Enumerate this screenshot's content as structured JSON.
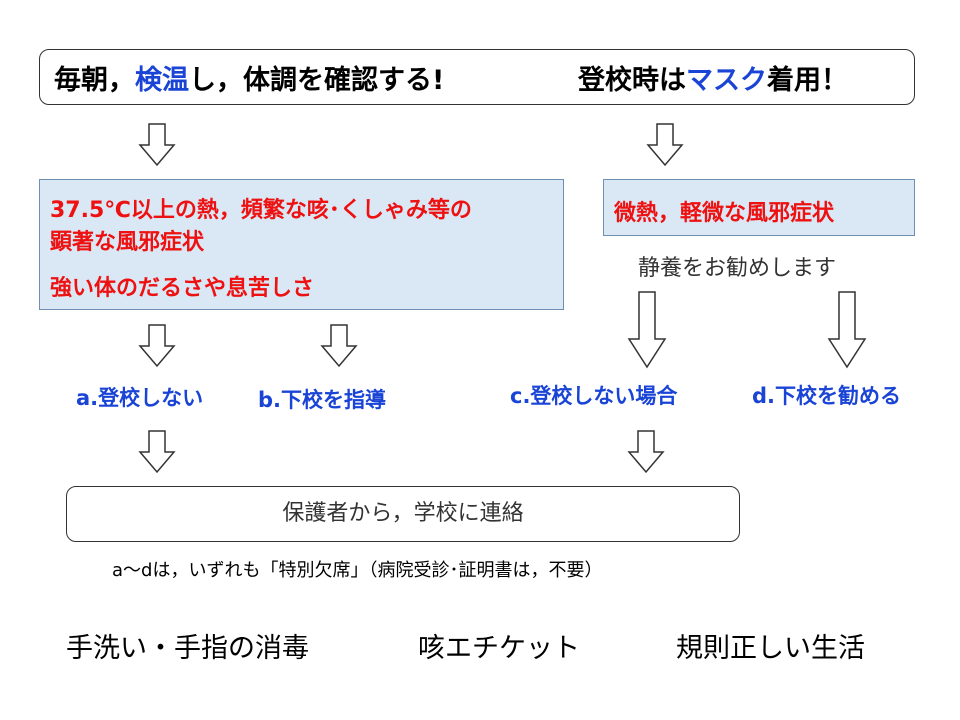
{
  "header": {
    "part1_pre": "毎朝，",
    "part1_blue": "検温",
    "part1_post": "し，体調を確認する!",
    "part2_pre": "登校時は",
    "part2_blue": "マスク",
    "part2_post": "着用！"
  },
  "panel_severe": {
    "line1": "37.5℃以上の熱，頻繁な咳･くしゃみ等の",
    "line2": "顕著な風邪症状",
    "line3": "強い体のだるさや息苦しさ"
  },
  "panel_mild": {
    "line1": "微熱，軽微な風邪症状"
  },
  "rest_note": "静養をお勧めします",
  "options": {
    "a": "a.登校しない",
    "b": "b.下校を指導",
    "c": "c.登校しない場合",
    "d": "d.下校を勧める"
  },
  "contact": "保護者から，学校に連絡",
  "note": "a～dは，いずれも「特別欠席」（病院受診･証明書は，不要）",
  "bottom": {
    "item1": "手洗い・手指の消毒",
    "item2": "咳エチケット",
    "item3": "規則正しい生活"
  },
  "colors": {
    "accent_blue": "#1a44d6",
    "alert_red": "#ee1111",
    "panel_fill": "#dae7f4"
  }
}
